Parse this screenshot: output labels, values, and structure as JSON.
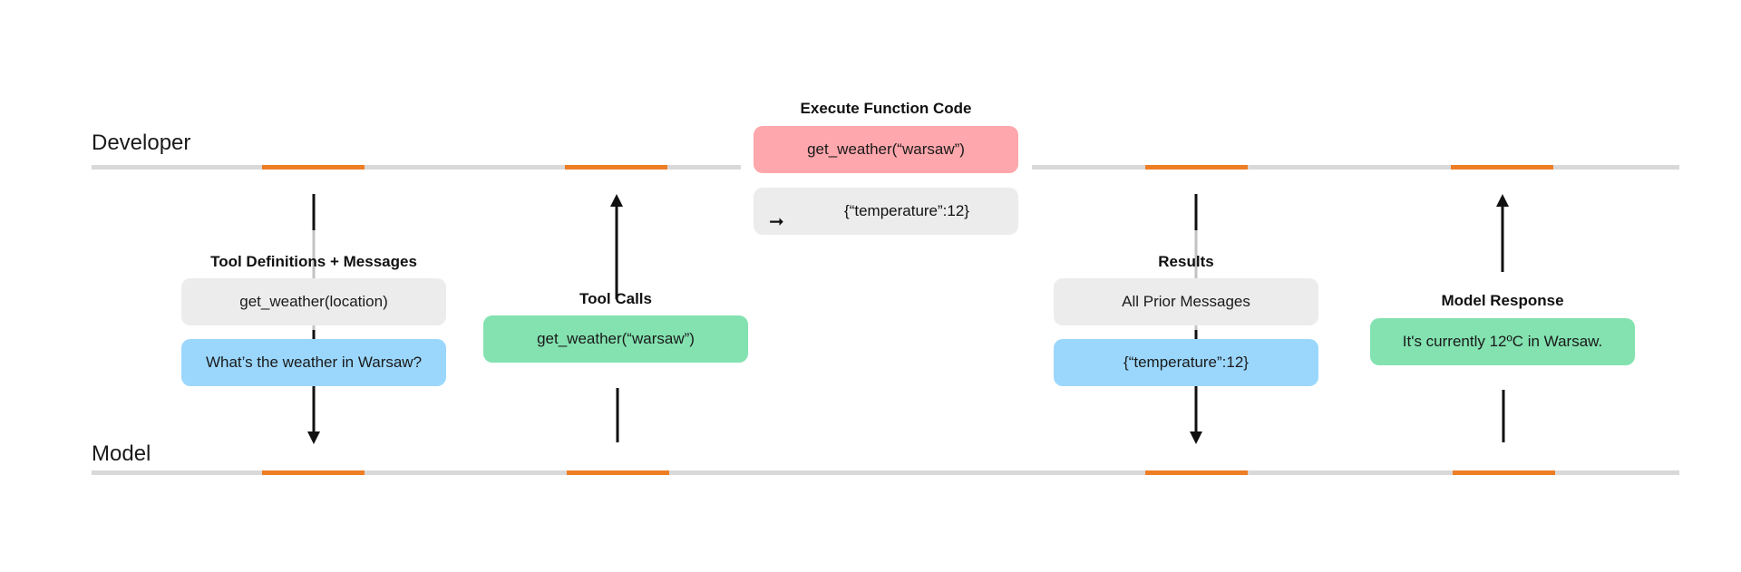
{
  "lanes": {
    "developer": "Developer",
    "model": "Model"
  },
  "steps": {
    "tool_definitions": {
      "title": "Tool Definitions + Messages",
      "items": [
        "get_weather(location)",
        "What’s the weather in Warsaw?"
      ]
    },
    "tool_calls": {
      "title": "Tool Calls",
      "items": [
        "get_weather(“warsaw”)"
      ]
    },
    "execute": {
      "title": "Execute Function Code",
      "call": "get_weather(“warsaw”)",
      "result": "{“temperature”:12}",
      "result_icon": "arrow-right-icon"
    },
    "results": {
      "title": "Results",
      "items": [
        "All Prior Messages",
        "{“temperature”:12}"
      ]
    },
    "model_response": {
      "title": "Model Response",
      "items": [
        "It's currently 12ºC in Warsaw."
      ]
    }
  },
  "colors": {
    "track": "#d9d9d9",
    "highlight": "#ee7d24",
    "neutral_box": "#ececec",
    "message_box": "#9bd7fd",
    "model_output_box": "#83e2b0",
    "execution_box": "#fea7ac"
  }
}
